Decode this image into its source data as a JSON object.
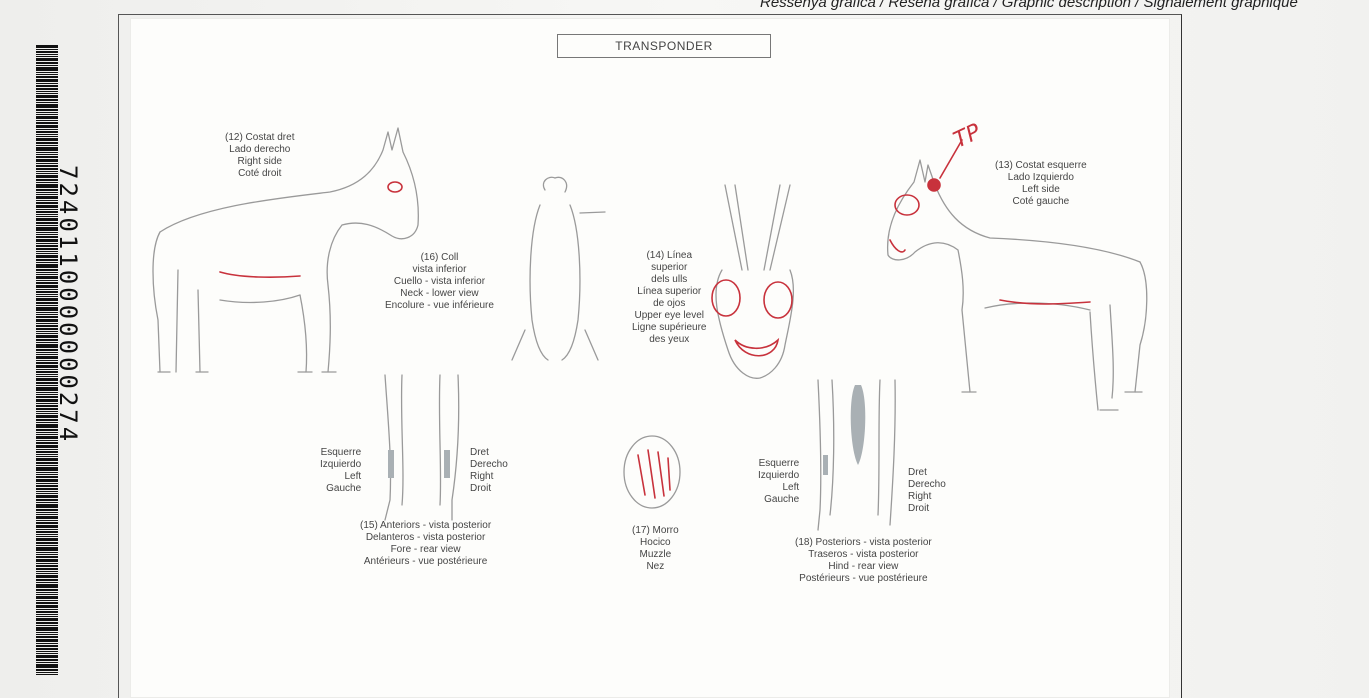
{
  "header": {
    "caption": "Ressenya gràfica / Reseña gráfica / Graphic description / Signalement graphique"
  },
  "barcode": {
    "number": "7240110000000274"
  },
  "diagram": {
    "title": "TRANSPONDER",
    "right_side": [
      "(12) Costat dret",
      "Lado derecho",
      "Right side",
      "Coté droit"
    ],
    "left_side": [
      "(13) Costat esquerre",
      "Lado Izquierdo",
      "Left side",
      "Coté gauche"
    ],
    "neck_lower": [
      "(16) Coll",
      "vista inferior",
      "Cuello - vista inferior",
      "Neck - lower view",
      "Encolure - vue inférieure"
    ],
    "eye_line": [
      "(14) Línea",
      "superior",
      "dels ulls",
      "Línea superior",
      "de ojos",
      "Upper eye level",
      "Ligne supérieure",
      "des yeux"
    ],
    "fore_left": [
      "Esquerre",
      "Izquierdo",
      "Left",
      "Gauche"
    ],
    "fore_right": [
      "Dret",
      "Derecho",
      "Right",
      "Droit"
    ],
    "fore_caption": [
      "(15) Anteriors - vista posterior",
      "Delanteros - vista posterior",
      "Fore - rear view",
      "Antérieurs - vue postérieure"
    ],
    "muzzle": [
      "(17) Morro",
      "Hocico",
      "Muzzle",
      "Nez"
    ],
    "hind_left": [
      "Esquerre",
      "Izquierdo",
      "Left",
      "Gauche"
    ],
    "hind_right": [
      "Dret",
      "Derecho",
      "Right",
      "Droit"
    ],
    "hind_caption": [
      "(18) Posteriors - vista posterior",
      "Traseros - vista posterior",
      "Hind - rear view",
      "Postérieurs - vue postérieure"
    ],
    "annotation": "TP"
  },
  "colors": {
    "outline": "#9a9a9a",
    "marking": "#c8323c",
    "text": "#454545"
  }
}
